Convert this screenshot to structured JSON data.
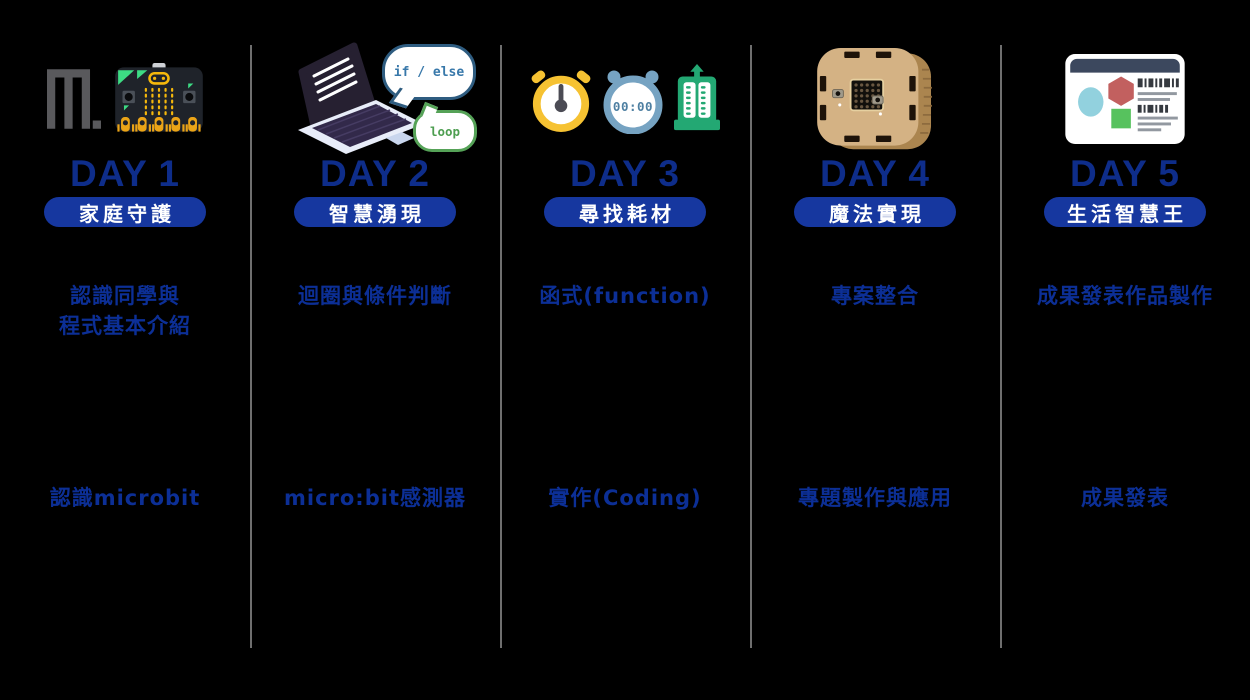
{
  "page": {
    "background": "#000000",
    "divider_color": "#6f6f6f"
  },
  "colors": {
    "day_heading": "#0e2d8a",
    "badge_background": "#16379f",
    "badge_text": "#ffffff",
    "topic_text": "#0c2f96",
    "timer_yellow": "#f6c232",
    "stopwatch_blue": "#76a3c2",
    "counter_green": "#23a873",
    "bubble_if_border": "#2e5c80",
    "bubble_loop_border": "#55a257",
    "microbit_green": "#3ddc84",
    "microbit_yellow": "#f5b80c",
    "wood_tan": "#d4b284"
  },
  "columns": [
    {
      "day": "DAY 1",
      "badge": "家庭守護",
      "topic1_lines": [
        "認識同學與",
        "程式基本介紹"
      ],
      "topic2": "認識microbit",
      "icons": [
        "microbit-logo",
        "microbit-board"
      ]
    },
    {
      "day": "DAY 2",
      "badge": "智慧湧現",
      "topic1_lines": [
        "迴圈與條件判斷"
      ],
      "topic2": "micro:bit感測器",
      "icons": [
        "laptop",
        "if-else-speech-bubble",
        "loop-speech-bubble"
      ],
      "bubble1": "if / else",
      "bubble2": "loop"
    },
    {
      "day": "DAY 3",
      "badge": "尋找耗材",
      "topic1_lines": [
        "函式(function)"
      ],
      "topic2": "實作(Coding)",
      "icons": [
        "timer",
        "stopwatch",
        "counter"
      ],
      "stopwatch_display": "00:00"
    },
    {
      "day": "DAY 4",
      "badge": "魔法實現",
      "topic1_lines": [
        "專案整合"
      ],
      "topic2": "專題製作與應用",
      "icons": [
        "wooden-microbit-box"
      ]
    },
    {
      "day": "DAY 5",
      "badge": "生活智慧王",
      "topic1_lines": [
        "成果發表作品製作"
      ],
      "topic2": "成果發表",
      "icons": [
        "presentation-screen"
      ]
    }
  ]
}
